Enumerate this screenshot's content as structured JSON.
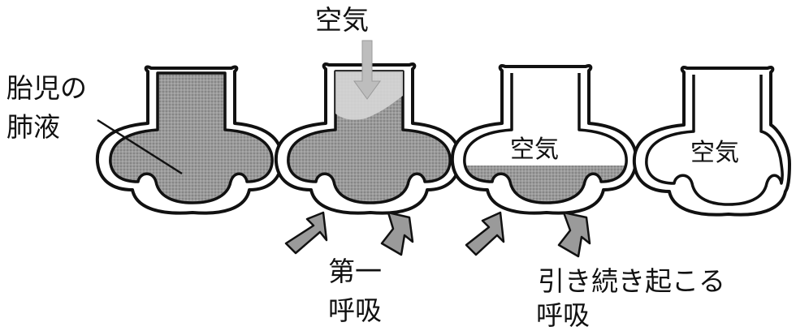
{
  "labels": {
    "fetal_fluid_line1": "胎児の",
    "fetal_fluid_line2": "肺液",
    "air_top": "空気",
    "air_inner_3": "空気",
    "air_inner_4": "空気",
    "first_breath_line1": "第一",
    "first_breath_line2": "呼吸",
    "continued_breath_line1": "引き続き起こる",
    "continued_breath_line2": "呼吸"
  },
  "colors": {
    "outline": "#111111",
    "fluid_fill": "#8f8f8f",
    "arrow_fill": "#9a9a9a",
    "background": "#ffffff"
  }
}
